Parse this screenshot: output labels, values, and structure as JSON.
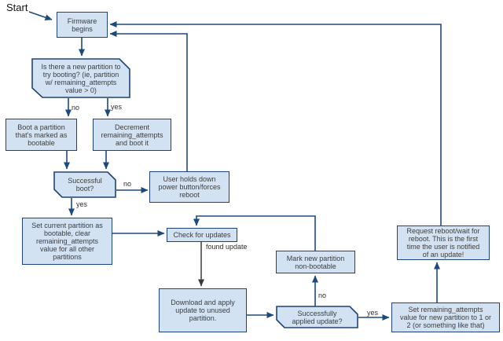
{
  "colors": {
    "bg": "#ffffff",
    "node_fill": "#d3e2f2",
    "node_border": "#1d4472",
    "connector": "#1d4a7c",
    "connector_dark": "#3a3a3a",
    "node_text": "#3d3d3d",
    "label_text": "#2e2e2e",
    "start_text": "#111111"
  },
  "start_label": "Start",
  "nodes": {
    "firmware_begins": {
      "label": "Firmware\nbegins"
    },
    "new_partition_check": {
      "label": "Is there a new partition to\ntry booting? (ie, partition\nw/ remaining_attempts\nvalue > 0)"
    },
    "boot_partition": {
      "label": "Boot a partition\nthat's marked as\nbootable"
    },
    "decrement_attempts": {
      "label": "Decrement\nremaining_attempts\nand boot it"
    },
    "successful_boot": {
      "label": "Successful\nboot?"
    },
    "user_forces_reboot": {
      "label": "User holds down\npower button/forces\nreboot"
    },
    "set_current_bootable": {
      "label": "Set current partition as\nbootable, clear\nremaining_attempts\nvalue for all other\npartitions"
    },
    "check_for_updates": {
      "label": "Check for updates"
    },
    "mark_nonbootable": {
      "label": "Mark new partition\nnon-bootable"
    },
    "download_update": {
      "label": "Download and apply\nupdate to unused\npartition."
    },
    "applied_update": {
      "label": "Successfully\napplied update?"
    },
    "set_remaining_attempts": {
      "label": "Set remaining_attempts\nvalue for new partition to 1 or\n2 (or something like that)"
    },
    "request_reboot": {
      "label": "Request reboot/wait for\nreboot. This is the first\ntime the user is notified\nof an update!"
    }
  },
  "edge_labels": {
    "new_partition_no": "no",
    "new_partition_yes": "yes",
    "boot_no": "no",
    "boot_yes": "yes",
    "found_update": "found update",
    "applied_no": "no",
    "applied_yes": "yes"
  }
}
